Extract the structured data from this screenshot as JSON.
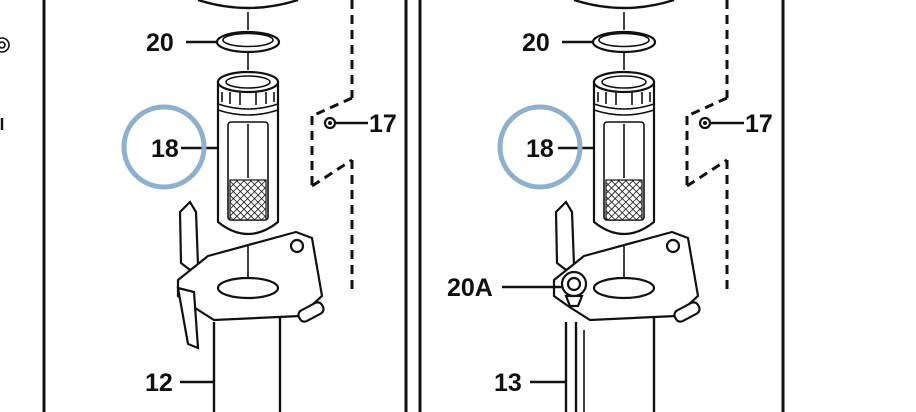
{
  "colors": {
    "ink": "#111111",
    "highlight_circle": "#8eb0d0",
    "background": "#ffffff"
  },
  "left_panel": {
    "callouts": {
      "gasket": "20",
      "filter": "18",
      "clip": "17",
      "tube": "12"
    }
  },
  "right_panel": {
    "callouts": {
      "gasket": "20",
      "filter": "18",
      "clip": "17",
      "fitting": "20A",
      "tube": "13"
    }
  }
}
